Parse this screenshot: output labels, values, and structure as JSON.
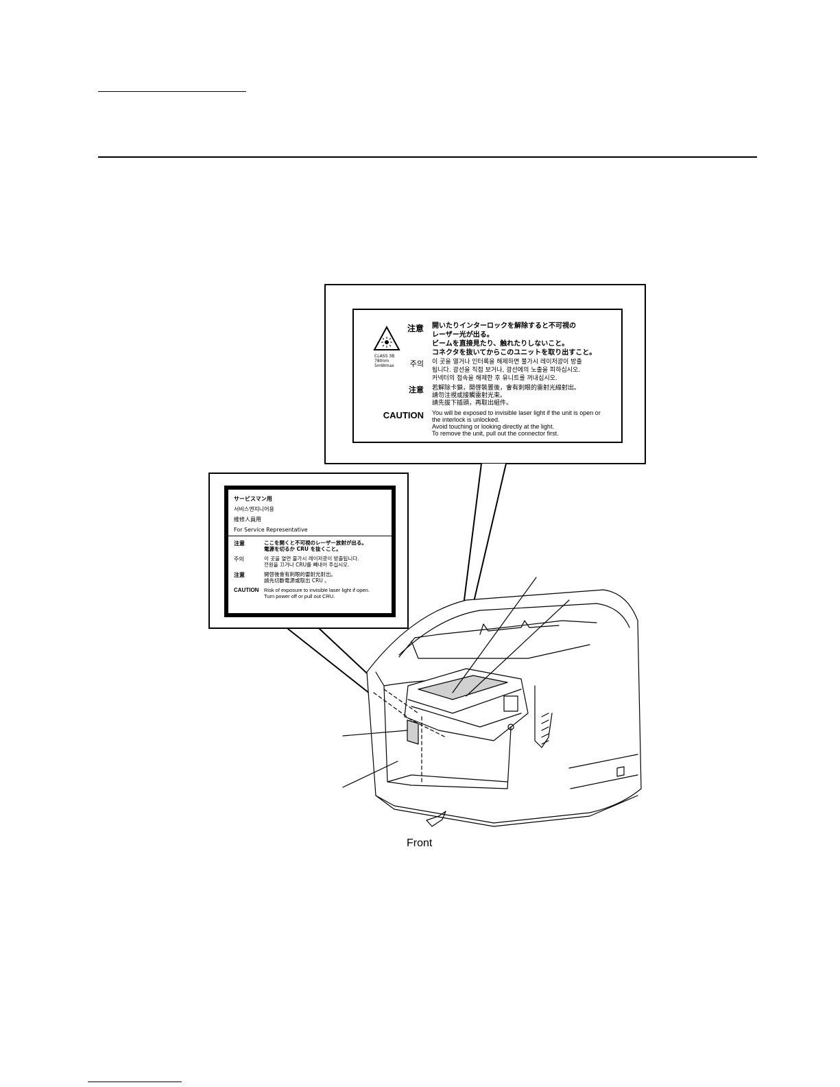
{
  "laser_label": {
    "symbol_text": [
      "CLASS 3B",
      "780nm",
      "5mWmax"
    ],
    "ja_head": "注意",
    "ja_lines": [
      "開いたりインターロックを解除すると不可視の",
      "レーザー光が出る。",
      "ビームを直接見たり、触れたりしないこと。",
      "コネクタを抜いてからこのユニットを取り出すこと。"
    ],
    "ko_head": "주의",
    "ko_lines": [
      "이 곳을 열거나 인터록을 해제하면 불가시 레이저광이 방출",
      "됩니다. 광선을 직접 보거나, 광선에의 노출을 피하십시오.",
      "커넥터의 접속을 해제한 후 유니트를 꺼내십시오."
    ],
    "zh_head": "注意",
    "zh_lines": [
      "若解除卡鎖，開啓裝置後，會有刺眼的雷射光線射出。",
      "請勿注視或接觸雷射光束。",
      "請先拔下插頭，再取出組件。"
    ],
    "en_head": "CAUTION",
    "en_lines": [
      "You will be exposed to invisible laser light if the unit is open or",
      "the interlock is unlocked.",
      "Avoid touching or looking directly at the light.",
      "To remove the unit, pull out the connector first."
    ]
  },
  "service_label": {
    "titles": [
      "サービスマン用",
      "서비스엔지니어용",
      "維修人員用",
      "For Service Representative"
    ],
    "ja_head": "注意",
    "ja_lines": [
      "ここを開くと不可視のレーザー放射が出る。",
      "電源を切るか CRU を抜くこと。"
    ],
    "ko_head": "주의",
    "ko_lines": [
      "이 곳을 열면 불가시 레이저광이 방출됩니다.",
      "전원을 끄거나 CRU를 빼내어 주십시오."
    ],
    "zh_head": "注意",
    "zh_lines": [
      "開啓後會有刺眼的雷射光射出。",
      "請先切斷電源或取出 CRU 。"
    ],
    "en_head": "CAUTION",
    "en_lines": [
      "Risk of exposure to invisible laser light if open.",
      "Turn power off or pull out CRU."
    ]
  },
  "front_label": "Front"
}
